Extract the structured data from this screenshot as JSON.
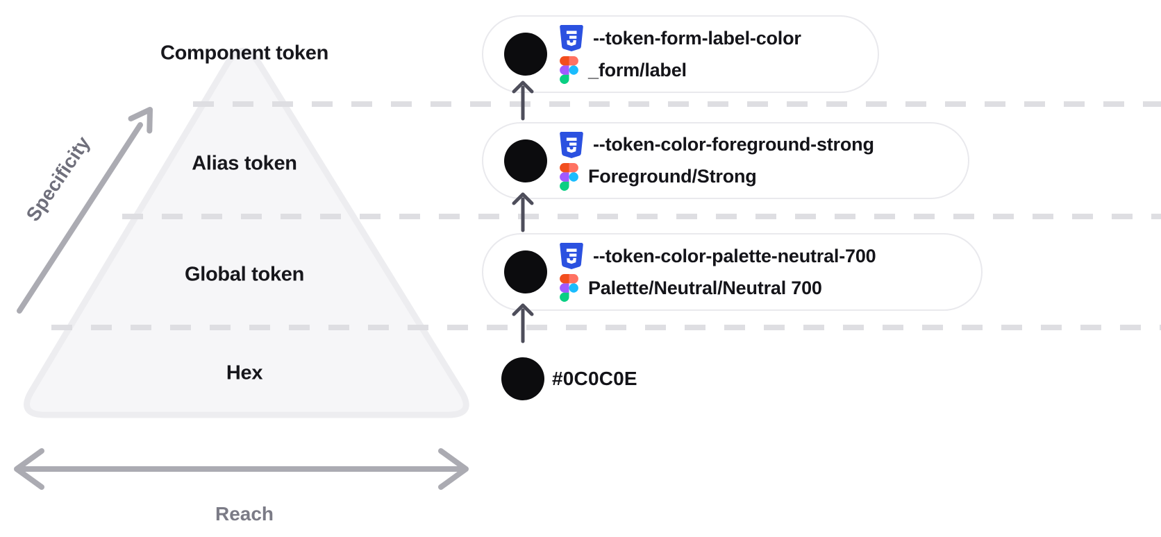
{
  "diagram": {
    "pyramid": {
      "levels": [
        "Component token",
        "Alias token",
        "Global token",
        "Hex"
      ],
      "y_axis_label": "Specificity",
      "x_axis_label": "Reach"
    },
    "token_chain": [
      {
        "css_variable": "--token-form-label-color",
        "figma_style": "_form/label",
        "swatch_color": "#0C0C0E"
      },
      {
        "css_variable": "--token-color-foreground-strong",
        "figma_style": "Foreground/Strong",
        "swatch_color": "#0C0C0E"
      },
      {
        "css_variable": "--token-color-palette-neutral-700",
        "figma_style": "Palette/Neutral/Neutral 700",
        "swatch_color": "#0C0C0E"
      }
    ],
    "hex_value": "#0C0C0E",
    "icons": {
      "css": "css3-shield-icon",
      "figma": "figma-logo-icon"
    },
    "colors": {
      "swatch": "#0C0C0E",
      "css_icon_blue": "#2B51E0",
      "figma_orange": "#F24E1E",
      "figma_salmon": "#FF7262",
      "figma_purple": "#A259FF",
      "figma_blue": "#1ABCFE",
      "figma_green": "#0ACF83",
      "pyramid_fill": "#F6F6F8",
      "pyramid_border": "#EDEDF0",
      "dashed_line": "#DEDEE2",
      "axis_arrow": "#ABABB2",
      "connector_arrow": "#4E4E5B"
    }
  }
}
